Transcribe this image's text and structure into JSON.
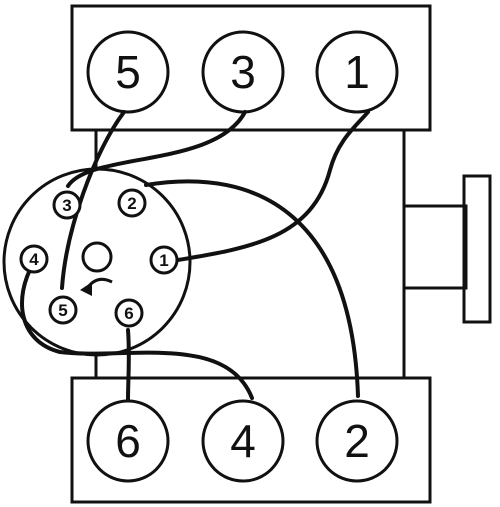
{
  "cylinders": {
    "top": [
      "5",
      "3",
      "1"
    ],
    "bottom": [
      "6",
      "4",
      "2"
    ]
  },
  "distributor": {
    "terminals": [
      "3",
      "2",
      "4",
      "1",
      "5",
      "6"
    ],
    "rotation": "counterclockwise"
  },
  "colors": {
    "ink": "#111111",
    "paper": "#ffffff"
  }
}
